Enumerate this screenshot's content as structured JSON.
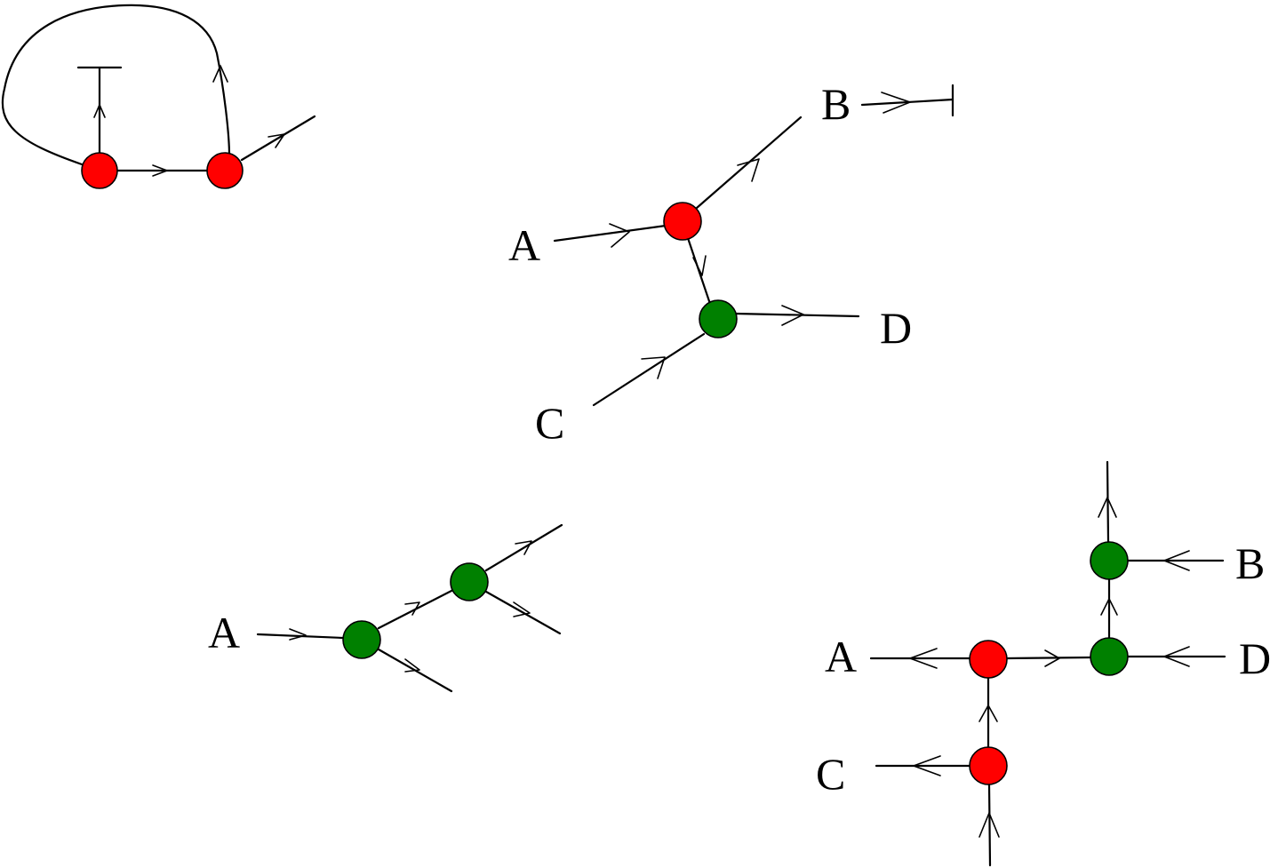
{
  "colors": {
    "red_vertex": "#ff0000",
    "green_vertex": "#008000",
    "line": "#000000",
    "background": "#ffffff"
  },
  "labels": {
    "d2_a": "A",
    "d2_b": "B",
    "d2_c": "C",
    "d2_d": "D",
    "d3_a": "A",
    "d4_a": "A",
    "d4_b": "B",
    "d4_c": "C",
    "d4_d": "D"
  }
}
